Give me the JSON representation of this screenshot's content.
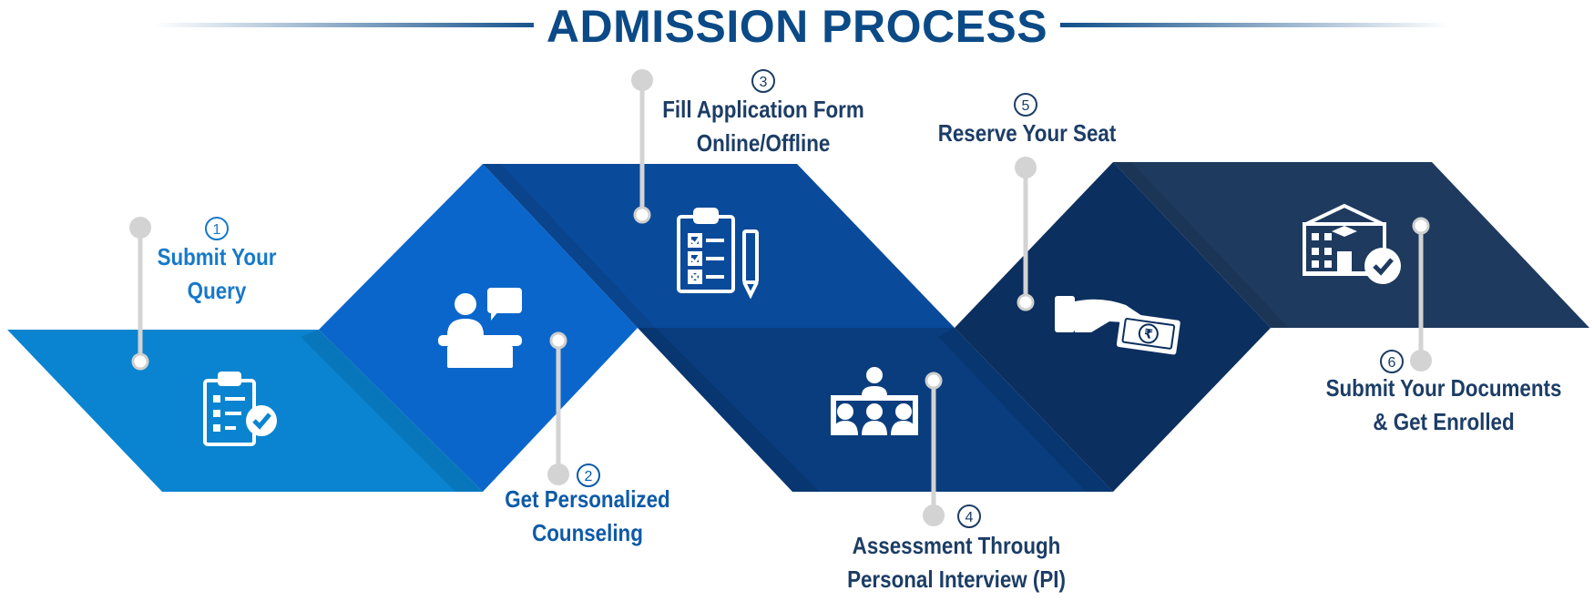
{
  "title": "ADMISSION PROCESS",
  "colors": {
    "title": "#0b4a86",
    "step1": "#0a84d0",
    "step2": "#0b66cc",
    "step3": "#0a4a9a",
    "step4": "#0a3d7e",
    "step5": "#0b2f5e",
    "step6": "#1e3a5f",
    "pin": "#d0d0d0"
  },
  "steps": [
    {
      "number": "1",
      "line1": "Submit Your",
      "line2": "Query",
      "icon": "checklist-icon"
    },
    {
      "number": "2",
      "line1": "Get Personalized",
      "line2": "Counseling",
      "icon": "counselor-desk-icon"
    },
    {
      "number": "3",
      "line1": "Fill Application Form",
      "line2": "Online/Offline",
      "icon": "clipboard-pencil-icon"
    },
    {
      "number": "4",
      "line1": "Assessment Through",
      "line2": "Personal Interview (PI)",
      "icon": "interview-panel-icon"
    },
    {
      "number": "5",
      "line1": "Reserve Your Seat",
      "line2": "",
      "icon": "hand-money-icon"
    },
    {
      "number": "6",
      "line1": "Submit Your Documents",
      "line2": "& Get Enrolled",
      "icon": "school-check-icon"
    }
  ]
}
